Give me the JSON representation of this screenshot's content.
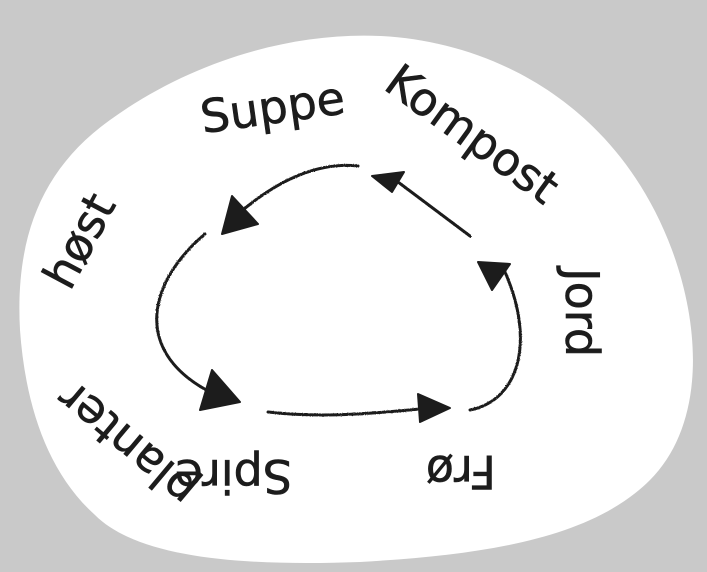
{
  "diagram": {
    "type": "cycle",
    "colors": {
      "background": "#c9c9c9",
      "paper": "#ffffff",
      "ink": "#1c1c1c"
    },
    "labels": {
      "suppe": "Suppe",
      "kompost": "Kompost",
      "jord": "Jord",
      "fro": "Frø",
      "spire": "Spire",
      "planter": "planter",
      "host": "høst"
    }
  }
}
